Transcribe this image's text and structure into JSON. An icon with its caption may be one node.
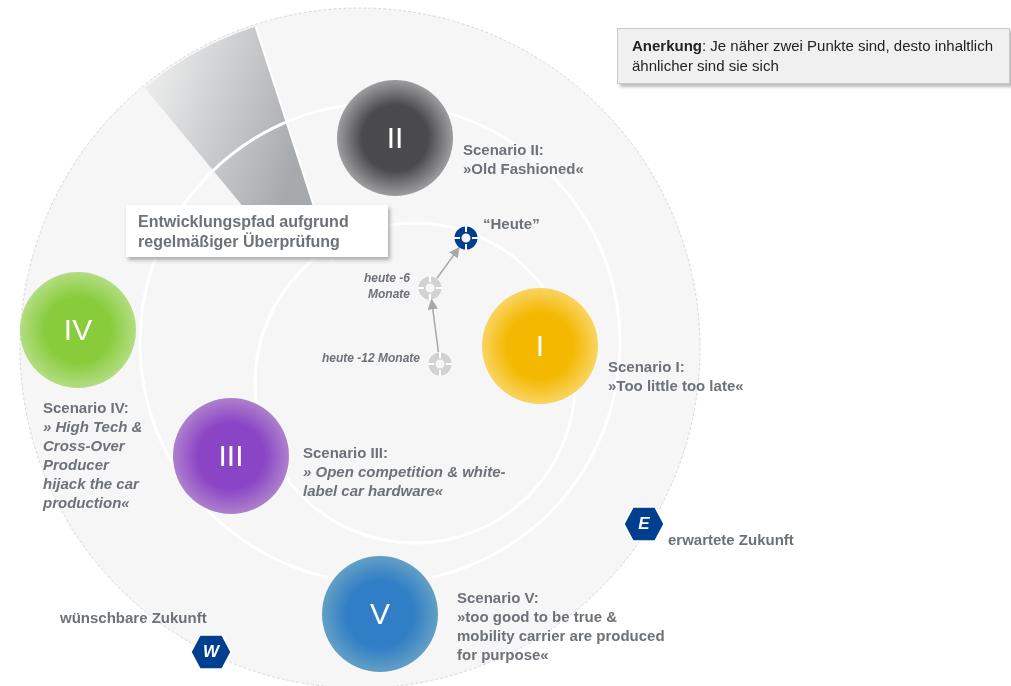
{
  "diagram": {
    "nodes": [
      {
        "text": [
          "**Anerkung**: Je näher zwei Punkte sind, desto inhaltlich ähnlicher sind sie sich"
        ]
      },
      {
        "text": [
          "II"
        ],
        "beside": [
          "Scenario II:",
          "»Old Fashioned«"
        ]
      },
      {
        "text": [
          "Entwicklungspfad aufgrund regelmäßiger Überprüfung"
        ]
      },
      {
        "text": [],
        "shape": "circle",
        "beside": [
          "“Heute”"
        ]
      },
      {
        "text": [],
        "shape": "circle",
        "beside": [
          "heute -6 Monate"
        ]
      },
      {
        "text": [
          "I"
        ],
        "beside": [
          "Scenario I:",
          "»Too little too late«"
        ]
      },
      {
        "text": [
          "IV"
        ],
        "beside": [
          "Scenario IV:",
          "» High Tech & Cross-Over Producer hijack the car production«"
        ]
      },
      {
        "text": [],
        "shape": "circle",
        "beside": [
          "heute -12 Monate"
        ]
      },
      {
        "text": [
          "III"
        ],
        "beside": [
          "Scenario III:",
          "» Open competition & white-label car hardware«"
        ]
      },
      {
        "text": [
          "E"
        ],
        "beside": [
          "erwartete Zukunft"
        ]
      },
      {
        "text": [
          "V"
        ],
        "beside": [
          "Scenario V:",
          "»too good to be true & mobility carrier are produced for purpose«"
        ]
      },
      {
        "text": [
          "W"
        ],
        "beside": [
          "wünschbare Zukunft"
        ]
      }
    ],
    "edges": [
      {
        "from": 7,
        "to": 4,
        "arrow": "to"
      },
      {
        "from": 4,
        "to": 3,
        "arrow": "to"
      }
    ]
  }
}
